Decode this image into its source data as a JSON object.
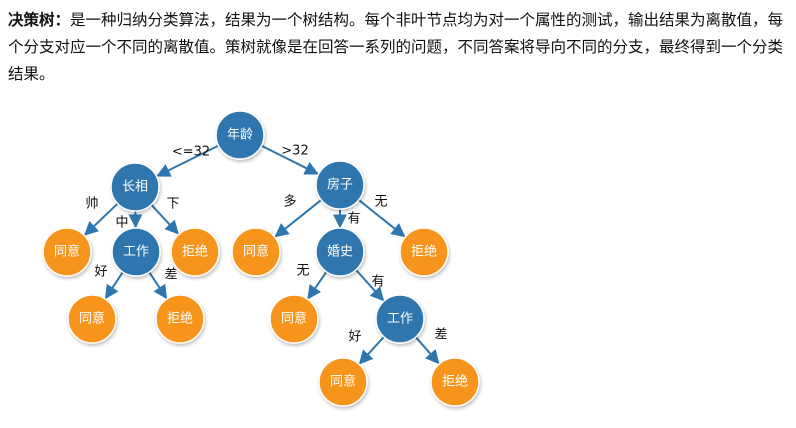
{
  "intro": {
    "term": "决策树：",
    "text": "是一种归纳分类算法，结果为一个树结构。每个非叶节点均为对一个属性的测试，输出结果为离散值，每个分支对应一个不同的离散值。策树就像是在回答一系列的问题，不同答案将导向不同的分支，最终得到一个分类结果。"
  },
  "colors": {
    "internal": "#2e76ad",
    "leaf": "#f7941d",
    "edge": "#2e76ad",
    "node_border": "#ffffff"
  },
  "nodes": {
    "age": "年龄",
    "looks": "长相",
    "house": "房子",
    "agree_handsome": "同意",
    "job_1": "工作",
    "reject_low": "拒绝",
    "agree_many": "同意",
    "marriage": "婚史",
    "reject_none": "拒绝",
    "agree_job1_good": "同意",
    "reject_job1_bad": "拒绝",
    "agree_unmarried": "同意",
    "job_2": "工作",
    "agree_job2_good": "同意",
    "reject_job2_bad": "拒绝"
  },
  "edges": {
    "age_le32": "<=32",
    "age_gt32": ">32",
    "looks_handsome": "帅",
    "looks_mid": "中",
    "looks_low": "下",
    "house_many": "多",
    "house_have": "有",
    "house_none": "无",
    "job1_good": "好",
    "job1_bad": "差",
    "marriage_none": "无",
    "marriage_have": "有",
    "job2_good": "好",
    "job2_bad": "差"
  }
}
